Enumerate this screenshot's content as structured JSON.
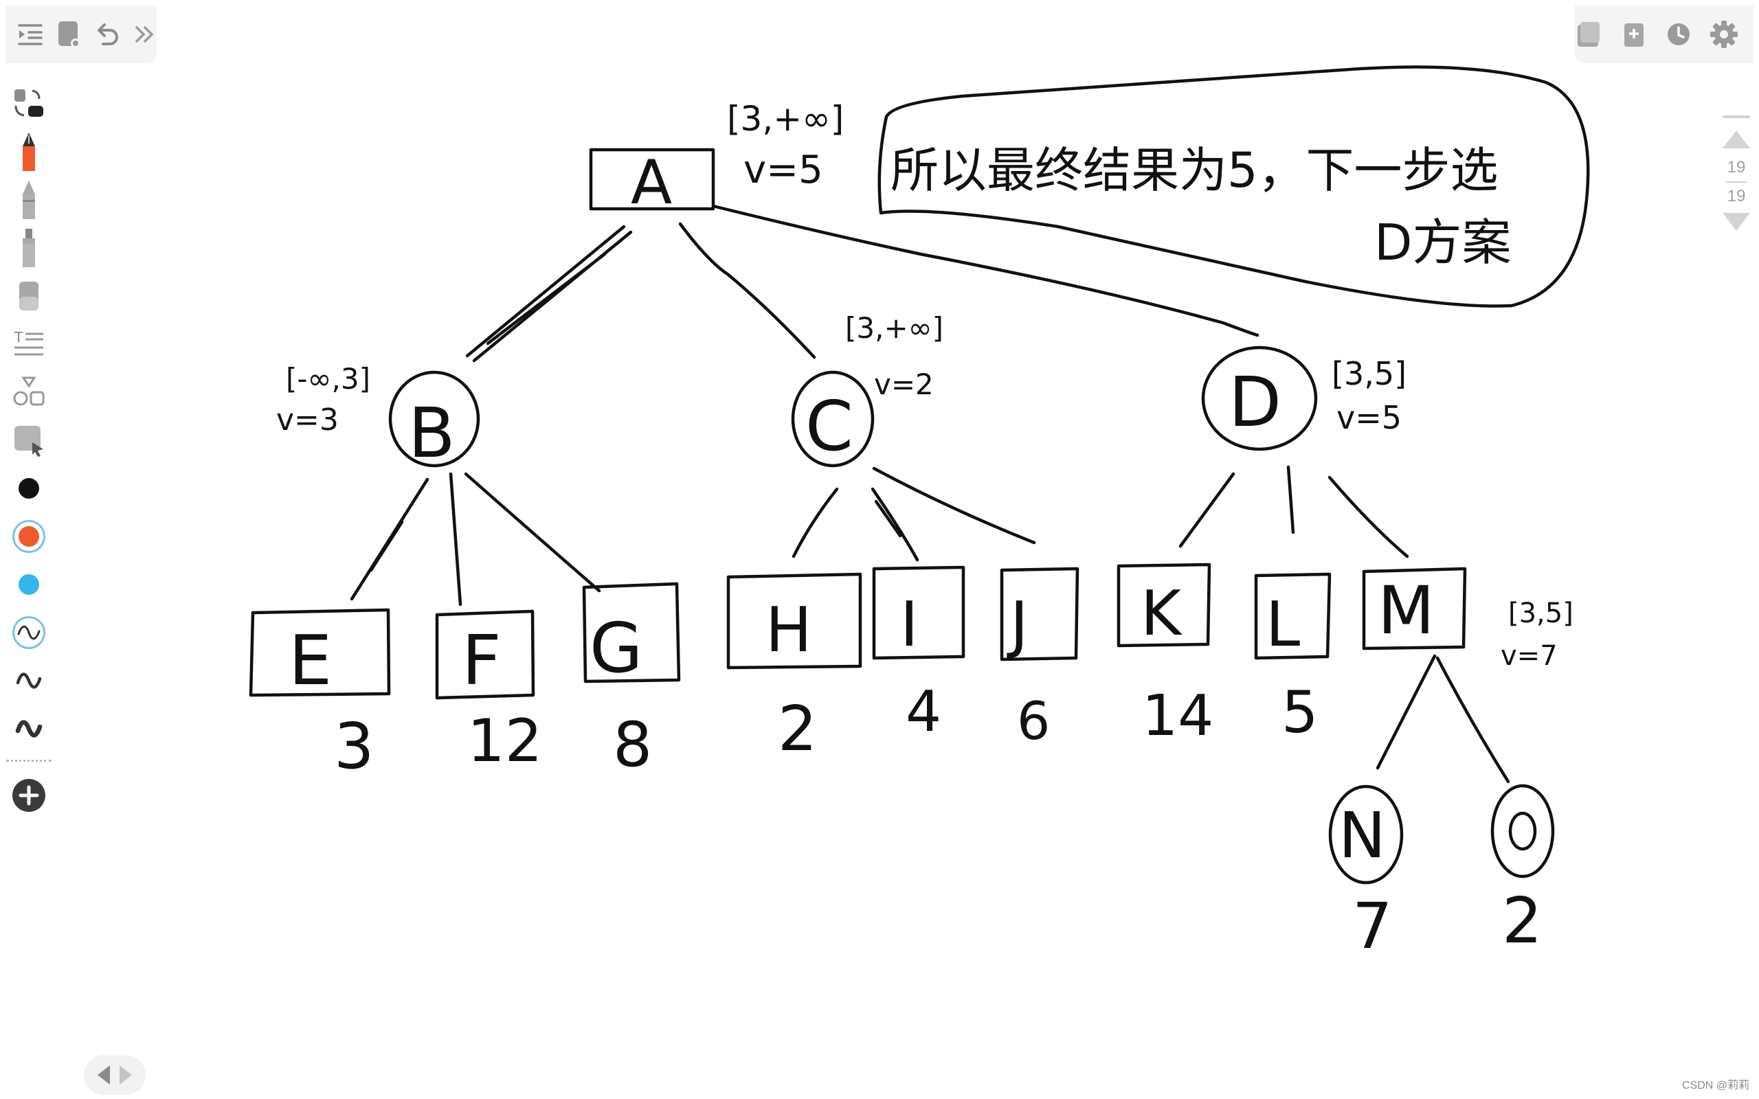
{
  "toolbar": {
    "left_icons": [
      "outline-icon",
      "notebook-icon",
      "undo-icon",
      "expand-icon"
    ],
    "right_icons": [
      "page-view-icon",
      "add-page-icon",
      "history-icon",
      "gear-icon"
    ]
  },
  "palette": {
    "tools": [
      "lasso-icon",
      "fountain-pen-icon",
      "pencil-icon",
      "highlighter-icon",
      "eraser-icon",
      "text-icon",
      "shapes-icon",
      "sticker-icon"
    ],
    "colors": [
      "#111111",
      "#f05a2b",
      "#34b5ec"
    ],
    "selected_color": "#f05a2b",
    "add_label": "+"
  },
  "pager": {
    "current": "19",
    "total": "19"
  },
  "watermark": "CSDN @莉莉",
  "canvas": {
    "annotation": {
      "line1": "所以最终结果为5，下一步选",
      "line2": "D方案"
    },
    "nodes": {
      "A": {
        "label": "A",
        "range": "[3,+∞]",
        "value": "v=5"
      },
      "B": {
        "label": "B",
        "range": "[-∞,3]",
        "value": "v=3"
      },
      "C": {
        "label": "C",
        "range": "[3,+∞]",
        "value": "v=2"
      },
      "D": {
        "label": "D",
        "range": "[3,5]",
        "value": "v=5"
      },
      "M": {
        "label": "M",
        "range": "[3,5]",
        "value": "v=7"
      }
    },
    "leaves": [
      {
        "label": "E",
        "value": "3"
      },
      {
        "label": "F",
        "value": "12"
      },
      {
        "label": "G",
        "value": "8"
      },
      {
        "label": "H",
        "value": "2"
      },
      {
        "label": "I",
        "value": "4"
      },
      {
        "label": "J",
        "value": "6"
      },
      {
        "label": "K",
        "value": "14"
      },
      {
        "label": "L",
        "value": "5"
      },
      {
        "label": "N",
        "value": "7"
      },
      {
        "label": "O",
        "value": "2"
      }
    ]
  }
}
